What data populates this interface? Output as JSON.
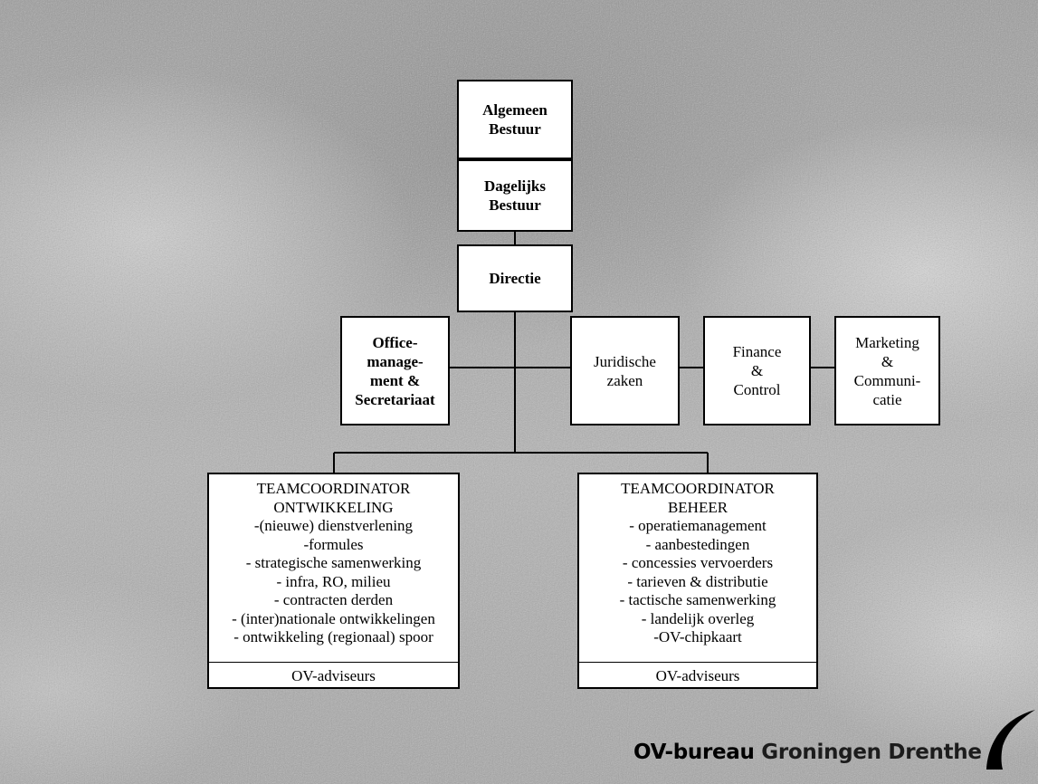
{
  "org_chart": {
    "top": [
      "Algemeen\nBestuur",
      "Dagelijks\nBestuur",
      "Directie"
    ],
    "staff": [
      "Office-\nmanage-\nment &\nSecretariaat",
      "Juridische\nzaken",
      "Finance\n&\nControl",
      "Marketing\n&\nCommuni-\ncatie"
    ],
    "teams": [
      {
        "lines": [
          "TEAMCOORDINATOR",
          "ONTWIKKELING",
          "-(nieuwe) dienstverlening",
          "-formules",
          "- strategische samenwerking",
          "- infra, RO, milieu",
          "- contracten derden",
          "- (inter)nationale ontwikkelingen",
          "- ontwikkeling (regionaal) spoor"
        ],
        "footer": "OV-adviseurs"
      },
      {
        "lines": [
          "TEAMCOORDINATOR",
          "BEHEER",
          "- operatiemanagement",
          "- aanbestedingen",
          "- concessies vervoerders",
          "- tarieven & distributie",
          "- tactische samenwerking",
          "- landelijk overleg",
          "-OV-chipkaart"
        ],
        "footer": "OV-adviseurs"
      }
    ]
  },
  "logo": {
    "brand": "OV-bureau",
    "rest": " Groningen Drenthe"
  }
}
